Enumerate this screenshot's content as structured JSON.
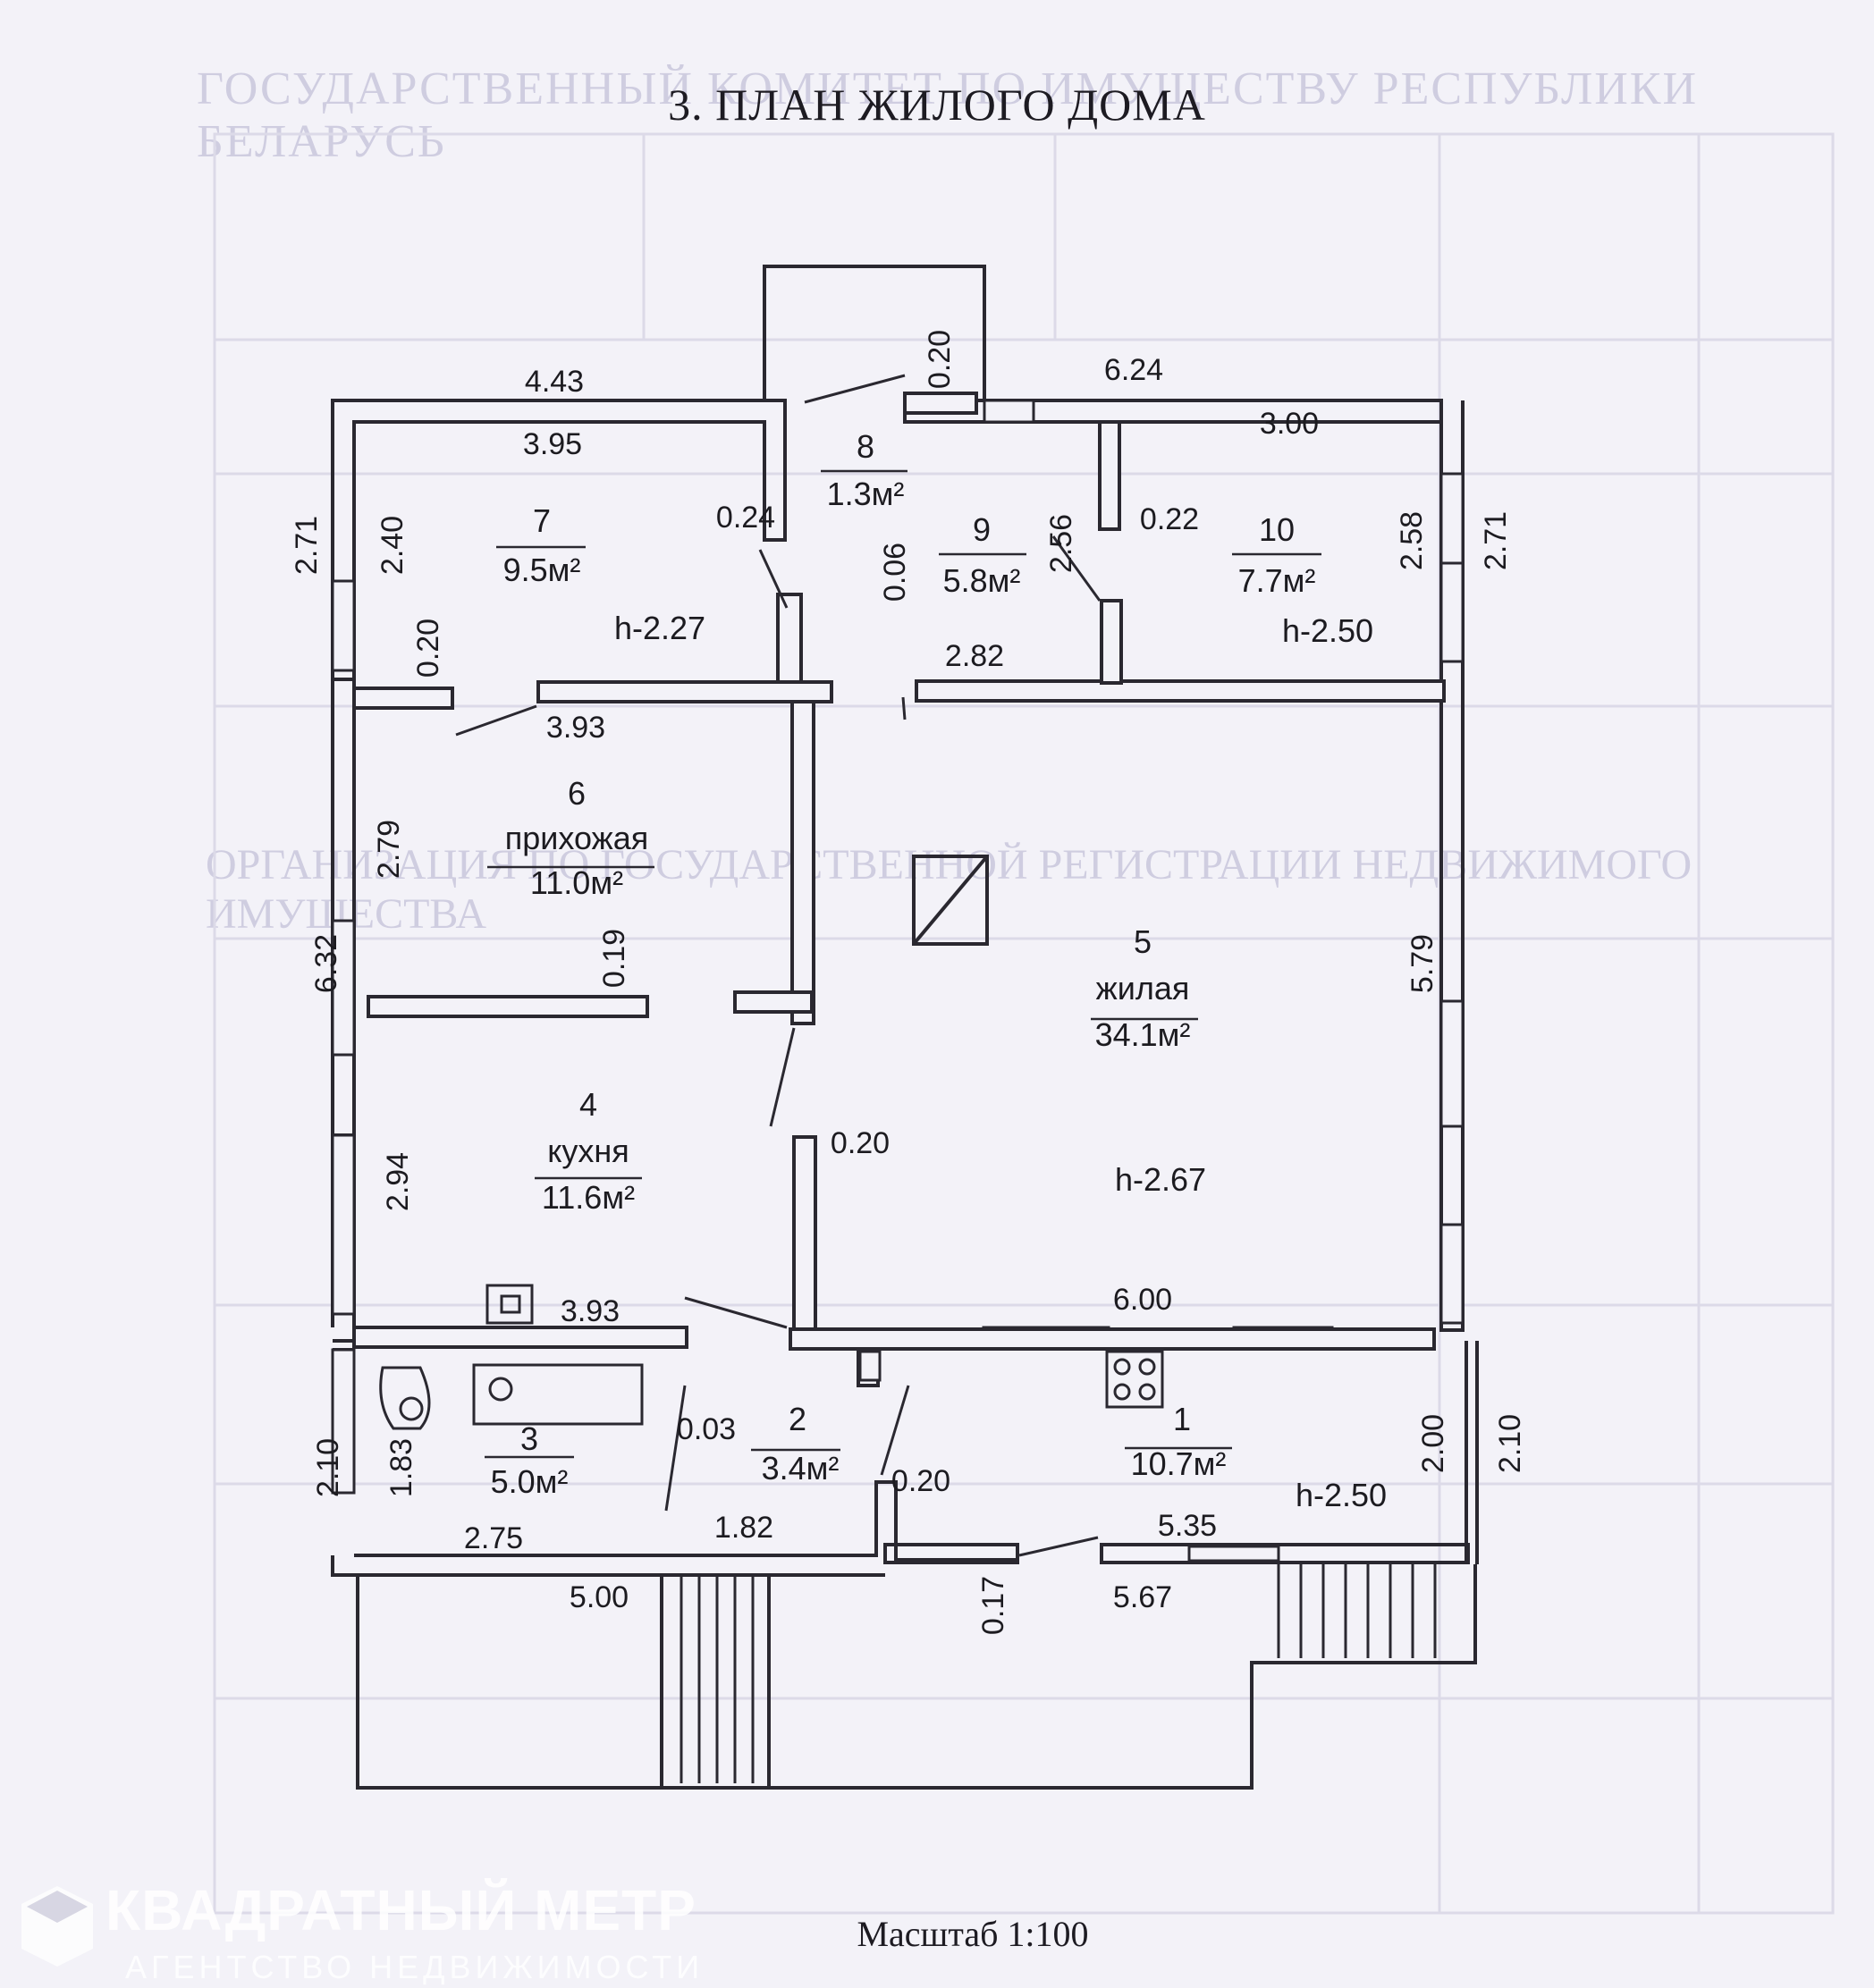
{
  "title": "3. ПЛАН ЖИЛОГО ДОМА",
  "scale": "Масштаб 1:100",
  "watermark": {
    "name": "КВАДРАТНЫЙ МЕТР",
    "subtitle": "АГЕНТСТВО НЕДВИЖИМОСТИ"
  },
  "rooms": [
    {
      "num": "1",
      "name": "",
      "area": "10.7м²"
    },
    {
      "num": "2",
      "name": "",
      "area": "3.4м²"
    },
    {
      "num": "3",
      "name": "",
      "area": "5.0м²"
    },
    {
      "num": "4",
      "name": "кухня",
      "area": "11.6м²"
    },
    {
      "num": "5",
      "name": "жилая",
      "area": "34.1м²"
    },
    {
      "num": "6",
      "name": "прихожая",
      "area": "11.0м²"
    },
    {
      "num": "7",
      "name": "",
      "area": "9.5м²"
    },
    {
      "num": "8",
      "name": "",
      "area": "1.3м²"
    },
    {
      "num": "9",
      "name": "",
      "area": "5.8м²"
    },
    {
      "num": "10",
      "name": "",
      "area": "7.7м²"
    }
  ],
  "heights": [
    "h-2.27",
    "h-2.50",
    "h-2.67",
    "h-2.50"
  ],
  "dimensions": {
    "d443": "4.43",
    "d395": "3.95",
    "d020a": "0.20",
    "d624": "6.24",
    "d300": "3.00",
    "d271a": "2.71",
    "d240": "2.40",
    "d024": "0.24",
    "d006": "0.06",
    "d256": "2.56",
    "d022": "0.22",
    "d258": "2.58",
    "d271b": "2.71",
    "d020b": "0.20",
    "d282": "2.82",
    "d393a": "3.93",
    "d279": "2.79",
    "d019": "0.19",
    "d632": "6.32",
    "d579": "5.79",
    "d020c": "0.20",
    "d294": "2.94",
    "d393b": "3.93",
    "d600": "6.00",
    "d003": "0.03",
    "d210a": "2.10",
    "d183": "1.83",
    "d275": "2.75",
    "d182": "1.82",
    "d020d": "0.20",
    "d200": "2.00",
    "d210b": "2.10",
    "d535": "5.35",
    "d500": "5.00",
    "d017": "0.17",
    "d567": "5.67"
  },
  "colors": {
    "wall": "#2a2830",
    "paper": "#f3f2f8",
    "ghost": "#cfcde0"
  }
}
